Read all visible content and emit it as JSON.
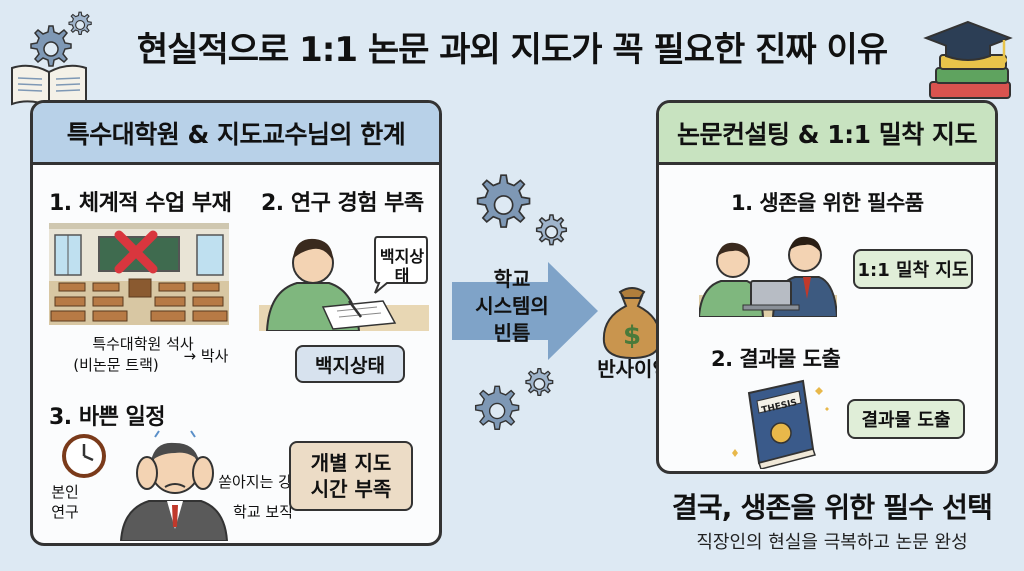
{
  "title": "현실적으로 1:1 논문 과외 지도가 꼭 필요한 진짜 이유",
  "left_panel": {
    "header": "특수대학원 & 지도교수님의 한계",
    "sec1_title": "1. 체계적 수업 부재",
    "sec1_caption_line1": "특수대학원 석사",
    "sec1_caption_line2": "(비논문 트랙)",
    "sec1_caption_arrow": "→ 박사",
    "sec2_title": "2. 연구 경험 부족",
    "sec2_bubble": "백지상태",
    "sec2_label": "백지상태",
    "sec3_title": "3. 바쁜 일정",
    "sec3_caption_left_1": "본인",
    "sec3_caption_left_2": "연구",
    "sec3_caption_right_1": "쏟아지는 강의",
    "sec3_caption_right_2": "학교 보직",
    "sec3_label_line1": "개별 지도",
    "sec3_label_line2": "시간 부족"
  },
  "center": {
    "arrow_line1": "학교",
    "arrow_line2": "시스템의",
    "arrow_line3": "빈틈",
    "money_label": "반사이익"
  },
  "right_panel": {
    "header": "논문컨설팅 & 1:1 밀착 지도",
    "sec1_title": "1. 생존을 위한 필수품",
    "sec1_label": "1:1 밀착 지도",
    "sec2_title": "2. 결과물 도출",
    "sec2_label": "결과물 도출",
    "book_text": "THESIS"
  },
  "bottom": {
    "title": "결국, 생존을 위한 필수 선택",
    "subtitle": "직장인의 현실을 극복하고 논문 완성"
  },
  "colors": {
    "background": "#dde9f3",
    "left_header": "#b8d1e8",
    "right_header": "#c8e3c0",
    "arrow": "#7fa3c8",
    "gear": "#7e98b5"
  }
}
